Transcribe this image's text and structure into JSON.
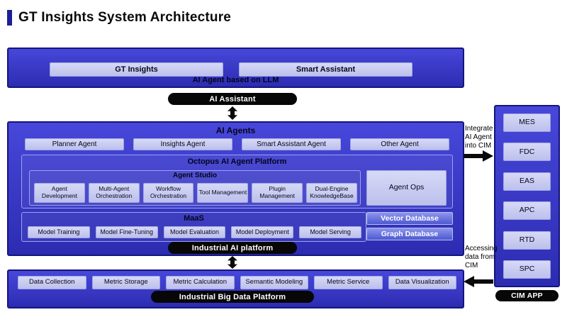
{
  "title": "GT Insights System Architecture",
  "llm_layer": {
    "apps": [
      "GT Insights",
      "Smart Assistant"
    ],
    "caption": "AI Agent based on LLM",
    "pill": "AI Assistant"
  },
  "agents_layer": {
    "header": "AI Agents",
    "agents": [
      "Planner Agent",
      "Insights Agent",
      "Smart Assistant Agent",
      "Other Agent"
    ],
    "platform": {
      "header": "Octopus AI Agent Platform",
      "studio": {
        "header": "Agent Studio",
        "items": [
          "Agent Development",
          "Multi-Agent Orchestration",
          "Workflow Orchestration",
          "Tool Management",
          "Plugin Management",
          "Dual-Engine KnowledgeBase"
        ]
      },
      "ops": "Agent Ops"
    },
    "maas": {
      "header": "MaaS",
      "items": [
        "Model Training",
        "Model Fine-Tuning",
        "Model Evaluation",
        "Model Deployment",
        "Model Serving"
      ]
    },
    "databases": [
      "Vector Database",
      "Graph Database"
    ],
    "pill": "Industrial AI platform"
  },
  "data_layer": {
    "items": [
      "Data Collection",
      "Metric Storage",
      "Metric Calculation",
      "Semantic Modeling",
      "Metric Service",
      "Data Visualization"
    ],
    "pill": "Industrial Big Data Platform"
  },
  "cim": {
    "apps": [
      "MES",
      "FDC",
      "EAS",
      "APC",
      "RTD",
      "SPC"
    ],
    "pill": "CIM APP"
  },
  "notes": {
    "integrate": "Integrate AI Agent into CIM",
    "access": "Accessing data from CIM"
  },
  "colors": {
    "layer_blue_top": "#4747da",
    "layer_blue_bottom": "#2c2cb2",
    "layer_border": "#15157c",
    "chip_lavender": "#c7cbf1",
    "inner_border": "#9aa3ef",
    "db_blue_top": "#8d95ec",
    "db_blue_bottom": "#4d58d0",
    "pill_black": "#070707",
    "title_accent": "#1e1e96"
  }
}
